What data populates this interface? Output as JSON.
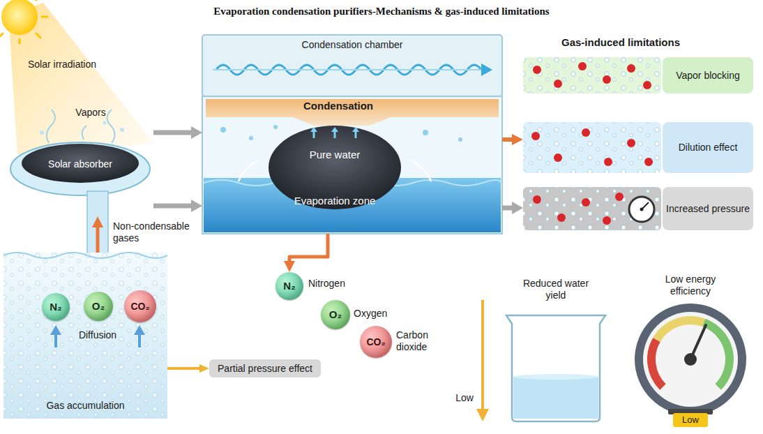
{
  "diagram": {
    "title": "Evaporation condensation purifiers-Mechanisms & gas-induced limitations",
    "nodes": [
      {
        "text": [
          "Solar absorber"
        ]
      },
      {
        "text": [
          "Condensation chamber"
        ]
      },
      {
        "text": [
          "Vapor blocking"
        ]
      },
      {
        "text": [
          "Dilution effect"
        ]
      },
      {
        "text": [
          "Increased pressure"
        ]
      },
      {
        "text": [
          "Gas accumulation"
        ]
      },
      {
        "text": [
          "N₂"
        ],
        "in": 5
      },
      {
        "text": [
          "O₂"
        ],
        "in": 5
      },
      {
        "text": [
          "CO₂"
        ],
        "in": 5
      },
      {
        "text": [
          "Partial pressure effect"
        ]
      },
      {
        "text": [
          "N₂"
        ]
      },
      {
        "text": [
          "O₂"
        ]
      },
      {
        "text": [
          "CO₂"
        ]
      },
      {
        "text": [
          "Low"
        ]
      }
    ],
    "edges": [
      {
        "from": 0,
        "to": 1,
        "arrow": "to"
      },
      {
        "from": 0,
        "to": 1,
        "arrow": "to"
      },
      {
        "from": 1,
        "to": 3,
        "arrow": "to"
      },
      {
        "from": 1,
        "to": 4,
        "arrow": "to"
      },
      {
        "from": 5,
        "to": 0,
        "arrow": "to"
      },
      {
        "from": 5,
        "to": 9,
        "arrow": "to"
      },
      {
        "from": 1,
        "to": 10,
        "arrow": "to"
      }
    ],
    "labels": [
      "Solar irradiation",
      "Vapors",
      "Non-condensable gases",
      "Diffusion",
      "Condensation",
      "Pure water",
      "Evaporation zone",
      "Nitrogen",
      "Oxygen",
      "Carbon dioxide",
      "Gas-induced limitations",
      "Reduced water yield",
      "Low",
      "Low energy efficiency"
    ]
  }
}
